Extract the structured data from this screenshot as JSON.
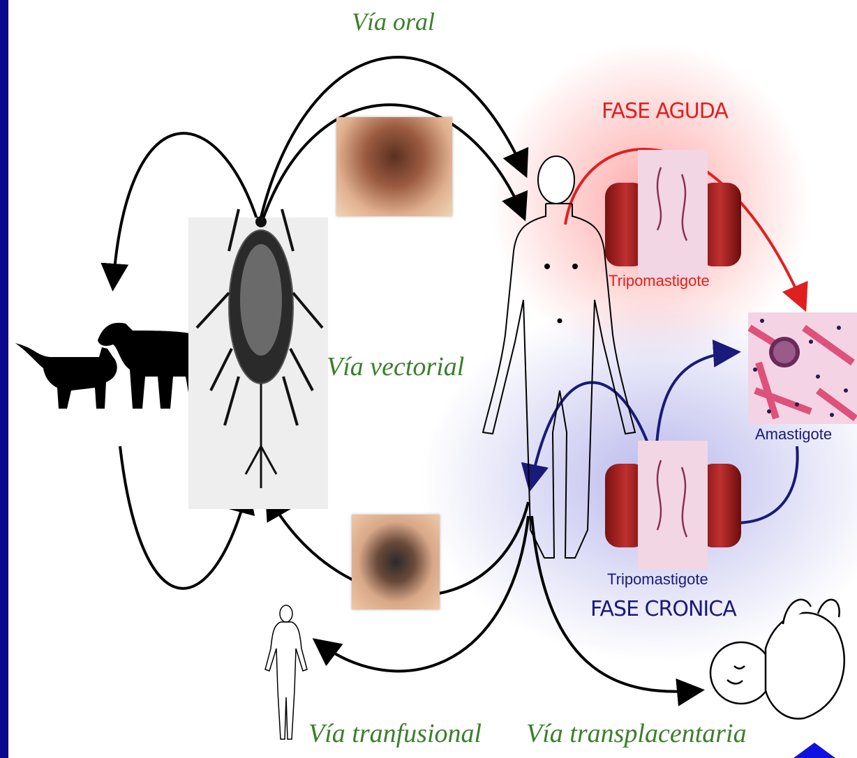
{
  "routes": {
    "oral": "Vía oral",
    "vectorial": "Vía vectorial",
    "transfusional": "Vía tranfusional",
    "transplacental": "Vía transplacentaria"
  },
  "phases": {
    "acute": "FASE AGUDA",
    "chronic": "FASE CRONICA"
  },
  "stages": {
    "trypo_acute": "Tripomastigote",
    "trypo_chronic": "Tripomastigote",
    "amastigote": "Amastigote"
  },
  "colors": {
    "border": "#0a0a8a",
    "acute": "#e02020",
    "chronic": "#1a1a7a",
    "route_text": "#3a7f2a"
  },
  "icons": {
    "pets": "cat-dog-silhouette-icon",
    "vector": "triatomine-bug-icon",
    "human": "human-body-icon",
    "donor": "small-human-icon",
    "infant": "infant-icon",
    "corner": "triangle-up-icon"
  }
}
